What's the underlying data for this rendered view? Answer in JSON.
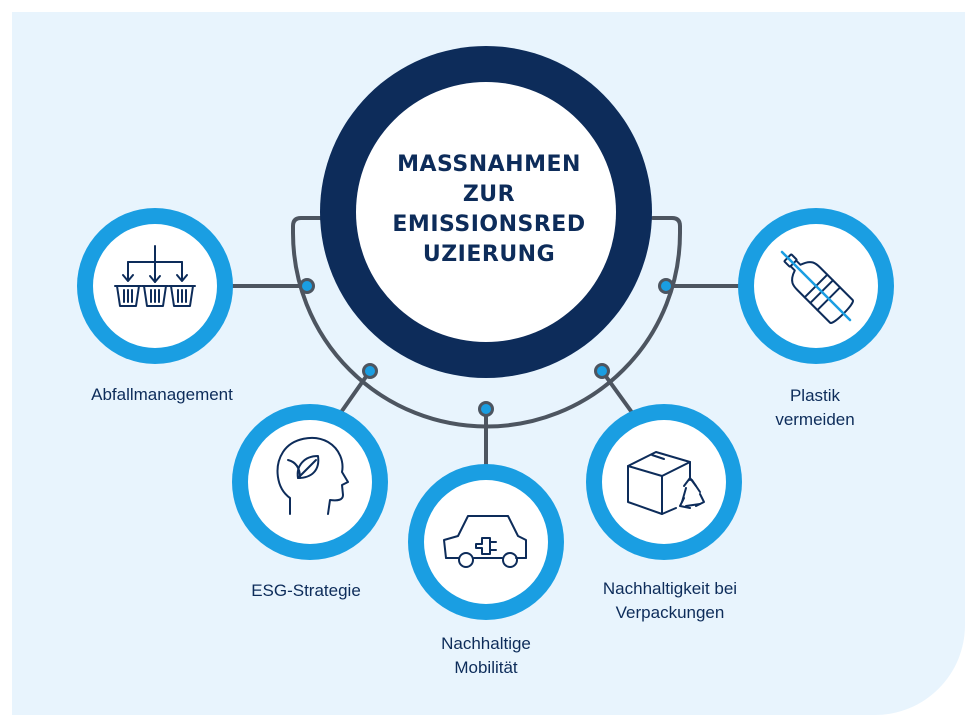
{
  "title": "MASSNAHMEN ZUR EMISSIONSRED UZIERUNG",
  "title_lines": [
    "MASSNAHMEN",
    "ZUR",
    "EMISSIONSRED",
    "UZIERUNG"
  ],
  "items": [
    {
      "label": "Abfallmanagement",
      "icon": "waste-sorting-bins-icon"
    },
    {
      "label": "ESG-Strategie",
      "icon": "head-leaf-icon"
    },
    {
      "label": "Nachhaltige Mobilität",
      "label_lines": [
        "Nachhaltige",
        "Mobilität"
      ],
      "icon": "electric-car-icon"
    },
    {
      "label": "Nachhaltigkeit bei Verpackungen",
      "label_lines": [
        "Nachhaltigkeit bei",
        "Verpackungen"
      ],
      "icon": "recycle-box-icon"
    },
    {
      "label": "Plastik vermeiden",
      "label_lines": [
        "Plastik",
        "vermeiden"
      ],
      "icon": "no-plastic-bottle-icon"
    }
  ],
  "colors": {
    "navy": "#0d2c5a",
    "accent_blue": "#1a9ee2",
    "connector_gray": "#4d5560",
    "background": "#e8f4fd"
  }
}
